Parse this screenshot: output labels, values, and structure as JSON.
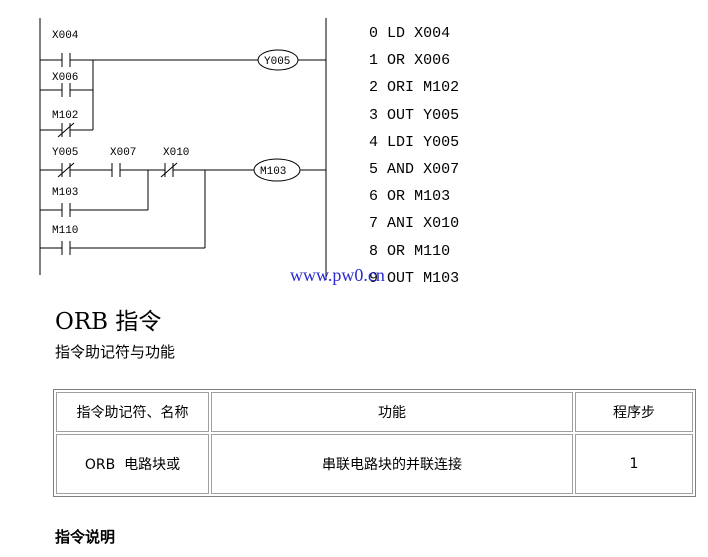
{
  "ladder": {
    "contacts": {
      "x004": "X004",
      "x006": "X006",
      "m102": "M102",
      "y005": "Y005",
      "x007": "X007",
      "x010": "X010",
      "m103": "M103",
      "m110": "M110"
    },
    "coils": {
      "y005": "Y005",
      "m103": "M103"
    }
  },
  "instruction_list": [
    {
      "step": "0",
      "op": "LD",
      "operand": "X004"
    },
    {
      "step": "1",
      "op": "OR",
      "operand": "X006"
    },
    {
      "step": "2",
      "op": "ORI",
      "operand": "M102"
    },
    {
      "step": "3",
      "op": "OUT",
      "operand": "Y005"
    },
    {
      "step": "4",
      "op": "LDI",
      "operand": "Y005"
    },
    {
      "step": "5",
      "op": "AND",
      "operand": "X007"
    },
    {
      "step": "6",
      "op": "OR",
      "operand": "M103"
    },
    {
      "step": "7",
      "op": "ANI",
      "operand": "X010"
    },
    {
      "step": "8",
      "op": "OR",
      "operand": "M110"
    },
    {
      "step": "9",
      "op": "OUT",
      "operand": "M103"
    }
  ],
  "watermark": "www.pw0.cn",
  "heading": "ORB 指令",
  "subheading": "指令助记符与功能",
  "table": {
    "headers": [
      "指令助记符、名称",
      "功能",
      "程序步"
    ],
    "row": [
      "ORB  电路块或",
      "串联电路块的并联连接",
      "1"
    ]
  },
  "footer_heading": "指令说明"
}
